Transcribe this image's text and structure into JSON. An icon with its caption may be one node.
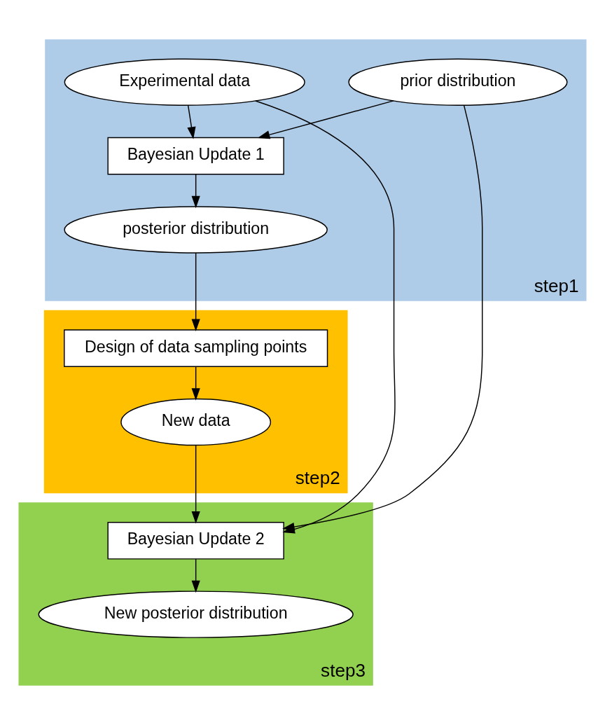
{
  "diagram": {
    "nodes": [
      {
        "text": [
          "step1"
        ]
      },
      {
        "text": [
          "Experimental data"
        ],
        "in": 0
      },
      {
        "text": [
          "prior distribution"
        ],
        "in": 0
      },
      {
        "text": [
          "Bayesian Update 1"
        ],
        "in": 0
      },
      {
        "text": [
          "posterior distribution"
        ],
        "in": 0
      },
      {
        "text": [
          "step2"
        ]
      },
      {
        "text": [
          "Design of data sampling points"
        ],
        "in": 5
      },
      {
        "text": [
          "New data"
        ],
        "in": 5
      },
      {
        "text": [
          "step3"
        ]
      },
      {
        "text": [
          "Bayesian Update 2"
        ],
        "in": 8
      },
      {
        "text": [
          "New posterior distribution"
        ],
        "in": 8
      }
    ],
    "edges": [
      {
        "from": 1,
        "to": 3,
        "arrow": "to"
      },
      {
        "from": 2,
        "to": 3,
        "arrow": "to"
      },
      {
        "from": 3,
        "to": 4,
        "arrow": "to"
      },
      {
        "from": 4,
        "to": 6,
        "arrow": "to"
      },
      {
        "from": 6,
        "to": 7,
        "arrow": "to"
      },
      {
        "from": 7,
        "to": 9,
        "arrow": "to"
      },
      {
        "from": 1,
        "to": 9,
        "arrow": "to"
      },
      {
        "from": 2,
        "to": 9,
        "arrow": "to"
      },
      {
        "from": 9,
        "to": 10,
        "arrow": "to"
      }
    ]
  }
}
